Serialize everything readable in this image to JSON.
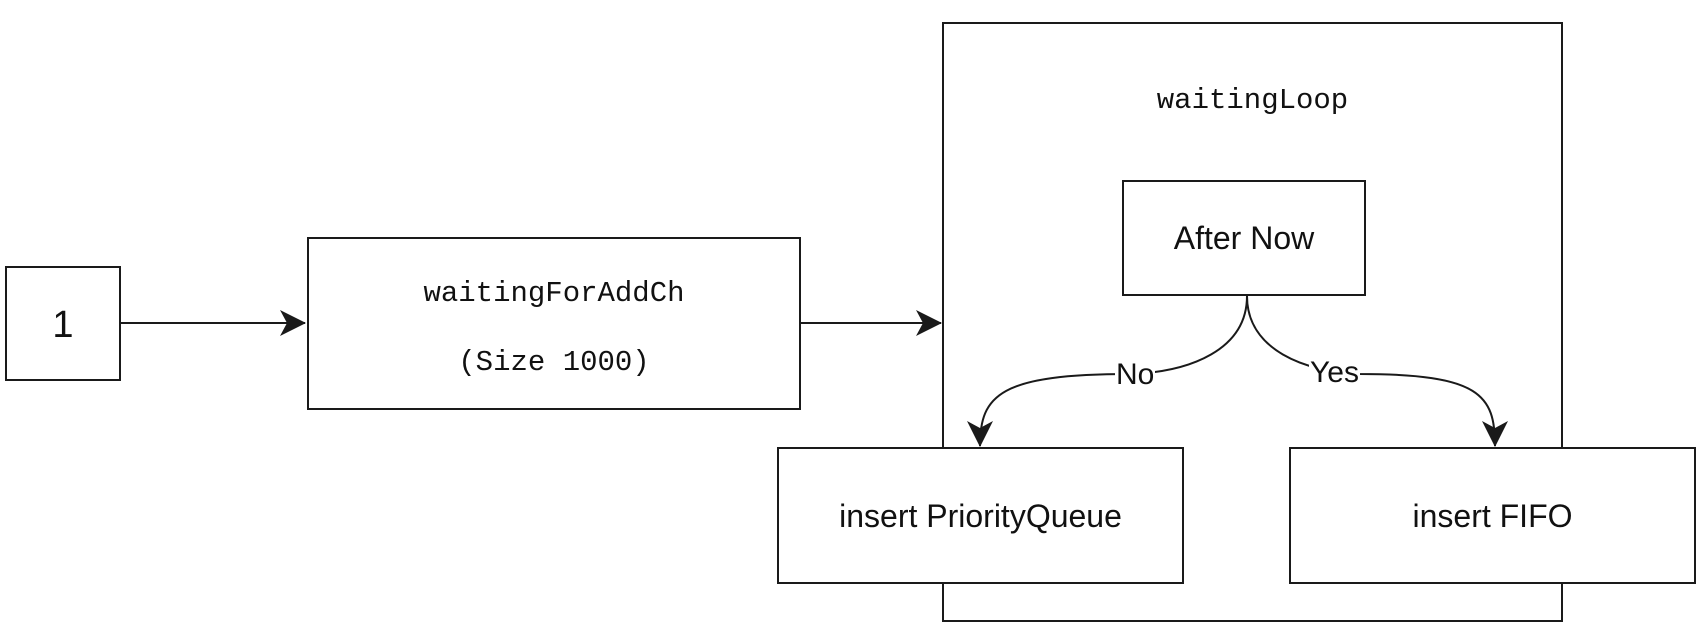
{
  "nodes": {
    "input": {
      "label": "1"
    },
    "channel": {
      "name": "waitingForAddCh",
      "detail": "(Size 1000)"
    },
    "loop": {
      "title": "waitingLoop"
    },
    "decision": {
      "label": "After Now"
    },
    "pq": {
      "label": "insert PriorityQueue"
    },
    "fifo": {
      "label": "insert FIFO"
    }
  },
  "edges": {
    "no": {
      "label": "No"
    },
    "yes": {
      "label": "Yes"
    }
  },
  "colors": {
    "stroke": "#1a1a1a",
    "background": "#ffffff",
    "text": "#111111"
  }
}
